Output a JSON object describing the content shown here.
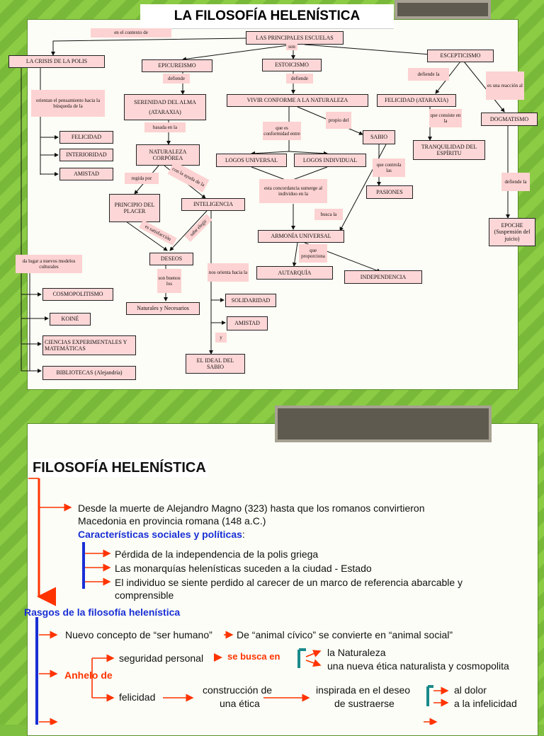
{
  "slide1": {
    "title": "LA FILOSOFÍA HELENÍSTICA",
    "boxes": {
      "escuelas": "LAS PRINCIPALES ESCUELAS",
      "crisis": "LA CRISIS DE LA POLIS",
      "epicureismo": "EPICUREISMO",
      "estoicismo": "ESTOICISMO",
      "escepticismo": "ESCEPTICISMO",
      "serenidad_line1": "SERENIDAD DEL ALMA",
      "serenidad_line2": "(ATARAXIA)",
      "vivir": "VIVIR CONFORME A LA NATURALEZA",
      "felicidad_ataraxia": "FELICIDAD (ATARAXIA)",
      "dogmatismo": "DOGMATISMO",
      "felicidad": "FELICIDAD",
      "interioridad": "INTERIORIDAD",
      "amistad": "AMISTAD",
      "naturaleza": "NATURALEZA CORPÓREA",
      "sabio": "SABIO",
      "tranquilidad": "TRANQUILIDAD DEL ESPÍRITU",
      "logos_universal": "LOGOS UNIVERSAL",
      "logos_individual": "LOGOS INDIVIDUAL",
      "pasiones": "PASIONES",
      "principio": "PRINCIPIO DEL PLACER",
      "inteligencia": "INTELIGENCIA",
      "armonia": "ARMONÍA UNIVERSAL",
      "epoche": "EPOCHE (Suspensión del juicio)",
      "deseos": "DESEOS",
      "autarquia": "AUTARQUÍA",
      "independencia": "INDEPENDENCIA",
      "cosmopolitismo": "COSMOPOLITISMO",
      "koine": "KOINÉ",
      "ciencias": "CIENCIAS EXPERIMENTALES Y MATEMÁTICAS",
      "bibliotecas": "BIBLIOTECAS (Alejandría)",
      "naturales": "Naturales y Necesarios",
      "solidaridad": "SOLIDARIDAD",
      "amistad2": "AMISTAD",
      "ideal": "EL IDEAL DEL SABIO"
    },
    "labels": {
      "contexto": "en el contexto de",
      "son": "son",
      "defiende1": "defiende",
      "defiende2": "defiende",
      "defiende_la": "defiende la",
      "reaccion": "es una reacción al",
      "orientan": "orientan el pensamiento hacia la búsqueda de la",
      "basada": "basada en la",
      "conformidad": "que es conformidad entre",
      "propio": "propio del",
      "consiste": "que consiste en la",
      "regida": "regida por",
      "ayuda": "con la ayuda de la",
      "controla": "que controla las",
      "defiende_la2": "defiende la",
      "concordancia": "esta concordancia sumerge al individuo en la",
      "busca": "busca la",
      "satisfaccion": "es satisfacción",
      "sabe_elegir": "sabe elegir",
      "modelos": "da lugar a nuevos modelos culturales",
      "proporciona": "que proporciona",
      "buenos": "son buenos los",
      "orienta": "nos orienta hacia la",
      "y": "y"
    }
  },
  "slide2": {
    "title": "FILOSOFÍA  HELENÍSTICA",
    "line1a": "Desde la muerte de Alejandro Magno (323) hasta que los romanos convirtieron",
    "line1b": "Macedonia en provincia romana (148 a.C.)",
    "caracteristicas": "Características sociales y políticas",
    "colon": ":",
    "bullet1": "Pérdida de la independencia de la polis griega",
    "bullet2": "Las monarquías helenísticas suceden a la ciudad - Estado",
    "bullet3a": "El individuo se siente perdido al carecer de un marco de referencia abarcable y",
    "bullet3b": "comprensible",
    "rasgos": "Rasgos de la filosofía helenística",
    "nuevo": "Nuevo concepto de “ser humano”",
    "de_animal": "De “animal cívico” se convierte en “animal social”",
    "seguridad": "seguridad personal",
    "se_busca": "se busca en",
    "naturaleza": "la Naturaleza",
    "etica": "una nueva ética naturalista y cosmopolita",
    "anhelo": "Anhelo de",
    "felicidad": "felicidad",
    "construccion_a": "construcción de",
    "construccion_b": "una ética",
    "inspirada_a": "inspirada en el deseo",
    "inspirada_b": "de sustraerse",
    "dolor": "al dolor",
    "infelicidad": "a la infelicidad"
  },
  "colors": {
    "accent_red": "#ff3300",
    "accent_blue": "#1a2fd6",
    "box_fill": "#fdd7d7",
    "background": "#8ccc45"
  }
}
